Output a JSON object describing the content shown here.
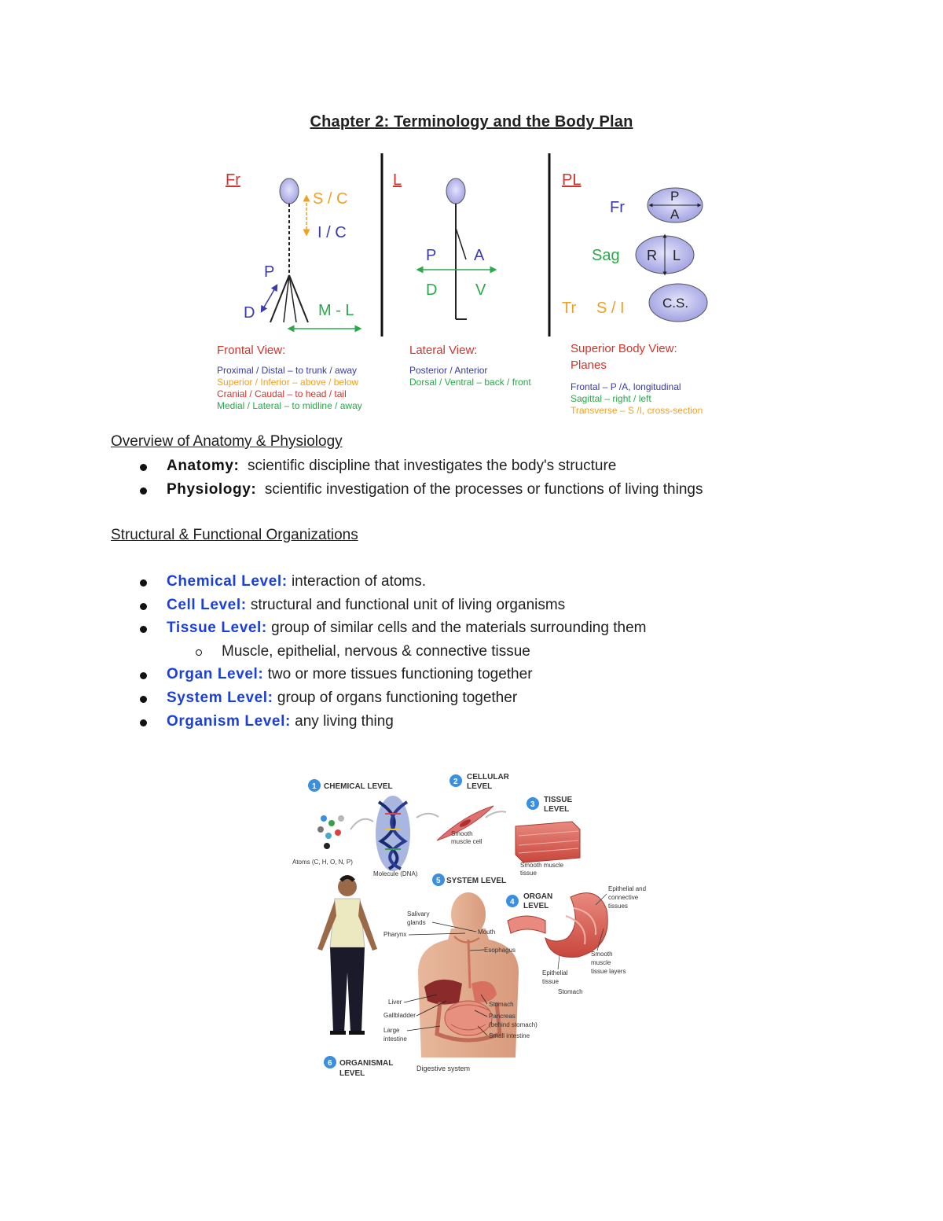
{
  "document": {
    "title": "Chapter 2: Terminology and the Body Plan"
  },
  "body_plan_diagram": {
    "frontal": {
      "tag": "Fr",
      "sc": "S / C",
      "ic": "I / C",
      "p": "P",
      "d": "D",
      "ml": "M - L",
      "caption": "Frontal View:",
      "lines": [
        "Proximal / Distal – to trunk / away",
        "Superior / Inferior – above / below",
        "Cranial / Caudal – to head / tail",
        "Medial / Lateral – to midline / away"
      ]
    },
    "lateral": {
      "tag": "L",
      "p": "P",
      "a": "A",
      "d": "D",
      "v": "V",
      "caption": "Lateral View:",
      "lines": [
        "Posterior / Anterior",
        "Dorsal / Ventral – back / front"
      ]
    },
    "planes": {
      "tag": "PL",
      "fr": "Fr",
      "sag": "Sag",
      "tr": "Tr",
      "si": "S / I",
      "fr_top": "P",
      "fr_bottom": "A",
      "sag_r": "R",
      "sag_l": "L",
      "cs": "C.S.",
      "caption_1": "Superior Body View:",
      "caption_2": "Planes",
      "lines": [
        "Frontal – P /A, longitudinal",
        "Sagittal – right / left",
        "Transverse – S /I, cross-section"
      ]
    },
    "colors": {
      "red": "#d0342c",
      "blue": "#3a3aaa",
      "orange": "#f0a020",
      "green": "#2aa84a",
      "ellipse": "#b9b9ee"
    }
  },
  "overview": {
    "heading": "Overview of Anatomy & Physiology",
    "items": [
      {
        "term": "Anatomy:",
        "text": "scientific discipline that investigates the body's structure"
      },
      {
        "term": "Physiology:",
        "text": "scientific investigation of the processes or functions of living things"
      }
    ]
  },
  "structural": {
    "heading": "Structural & Functional Organizations",
    "items": [
      {
        "term": "Chemical Level:",
        "text": "interaction of atoms."
      },
      {
        "term": "Cell Level:",
        "text": "structural and functional unit of living organisms"
      },
      {
        "term": "Tissue Level:",
        "text": "group of similar cells and the materials surrounding them"
      },
      {
        "sub": "Muscle, epithelial, nervous & connective tissue"
      },
      {
        "term": "Organ Level:",
        "text": "two or more tissues functioning together"
      },
      {
        "term": "System Level:",
        "text": "group of organs functioning together"
      },
      {
        "term": "Organism Level:",
        "text": "any living thing"
      }
    ]
  },
  "levels_figure": {
    "chemical": {
      "num": "1",
      "title": "CHEMICAL LEVEL",
      "atoms": "Atoms (C, H, O, N, P)",
      "molecule": "Molecule (DNA)"
    },
    "cellular": {
      "num": "2",
      "title_1": "CELLULAR",
      "title_2": "LEVEL",
      "cell_1": "Smooth",
      "cell_2": "muscle cell"
    },
    "tissue": {
      "num": "3",
      "title_1": "TISSUE",
      "title_2": "LEVEL",
      "label_1": "Smooth muscle",
      "label_2": "tissue"
    },
    "organ": {
      "num": "4",
      "title_1": "ORGAN",
      "title_2": "LEVEL",
      "epi_conn_1": "Epithelial and",
      "epi_conn_2": "connective",
      "epi_conn_3": "tissues",
      "smooth_1": "Smooth",
      "smooth_2": "muscle",
      "smooth_3": "tissue layers",
      "epi_1": "Epithelial",
      "epi_2": "tissue",
      "stomach": "Stomach"
    },
    "system": {
      "num": "5",
      "title": "SYSTEM LEVEL",
      "salivary_1": "Salivary",
      "salivary_2": "glands",
      "pharynx": "Pharynx",
      "mouth": "Mouth",
      "esophagus": "Esophagus",
      "liver": "Liver",
      "gallbladder": "Gallbladder",
      "large_1": "Large",
      "large_2": "intestine",
      "stomach": "Stomach",
      "pancreas_1": "Pancreas",
      "pancreas_2": "(behind stomach)",
      "small": "Small intestine",
      "caption": "Digestive system"
    },
    "organism": {
      "num": "6",
      "title_1": "ORGANISMAL",
      "title_2": "LEVEL"
    }
  }
}
